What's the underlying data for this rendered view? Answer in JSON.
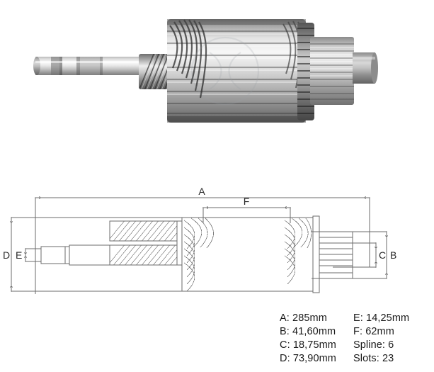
{
  "product": {
    "type": "starter-motor-armature",
    "photo_caption": "",
    "watermark": "circular-logo-watermark"
  },
  "drawing": {
    "dimension_labels": [
      {
        "id": "A",
        "label": "A",
        "position": "top-overall"
      },
      {
        "id": "F",
        "label": "F",
        "position": "top-inner"
      },
      {
        "id": "D",
        "label": "D",
        "position": "left-outer"
      },
      {
        "id": "E",
        "label": "E",
        "position": "left-inner"
      },
      {
        "id": "C",
        "label": "C",
        "position": "right-inner"
      },
      {
        "id": "B",
        "label": "B",
        "position": "right-outer"
      }
    ]
  },
  "specs": {
    "rows": [
      {
        "left": "A: 285mm",
        "right": "E: 14,25mm"
      },
      {
        "left": "B: 41,60mm",
        "right": "F: 62mm"
      },
      {
        "left": "C: 18,75mm",
        "right": "Spline: 6"
      },
      {
        "left": "D: 73,90mm",
        "right": "Slots: 23"
      }
    ],
    "values": {
      "A": "285mm",
      "B": "41,60mm",
      "C": "18,75mm",
      "D": "73,90mm",
      "E": "14,25mm",
      "F": "62mm",
      "spline": "6",
      "slots": "23"
    }
  },
  "colors": {
    "background": "#ffffff",
    "text": "#1a1a1a",
    "line": "#6b6b6b",
    "metal_light": "#f2f2f2",
    "metal_mid": "#b8b8b8",
    "metal_dark": "#4a4a4a"
  }
}
